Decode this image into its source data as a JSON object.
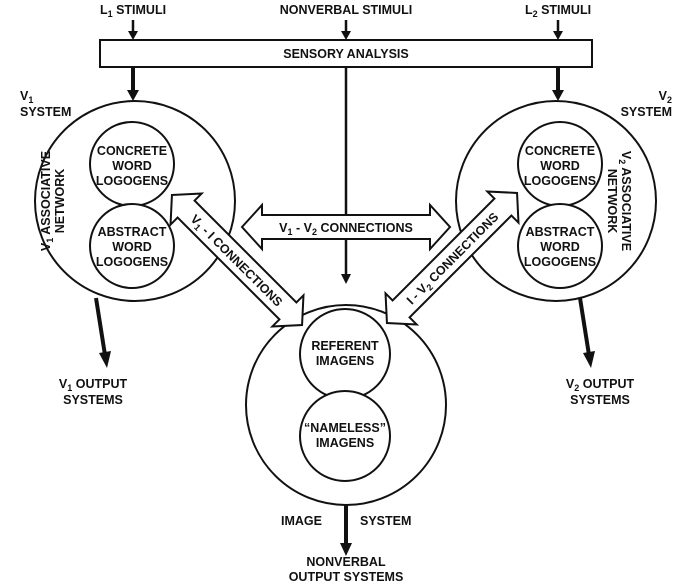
{
  "inputs": {
    "l1_main": "L",
    "l1_sub": "1",
    "l1_rest": " STIMULI",
    "nonverbal": "NONVERBAL STIMULI",
    "l2_main": "L",
    "l2_sub": "2",
    "l2_rest": " STIMULI"
  },
  "sensory_analysis": "SENSORY ANALYSIS",
  "v1_system": {
    "label_main": "V",
    "label_sub": "1",
    "label_line2": "SYSTEM"
  },
  "v2_system": {
    "label_main": "V",
    "label_sub": "2",
    "label_line2": "SYSTEM"
  },
  "v1_network": {
    "main": "V",
    "sub": "1",
    "line1": " ASSOCIATIVE",
    "line2": "NETWORK"
  },
  "v2_network": {
    "main": "V",
    "sub": "2",
    "line1": " ASSOCIATIVE",
    "line2": "NETWORK"
  },
  "logogens": {
    "concrete": [
      "CONCRETE",
      "WORD",
      "LOGOGENS"
    ],
    "abstract": [
      "ABSTRACT",
      "WORD",
      "LOGOGENS"
    ]
  },
  "imagens": {
    "referent": [
      "REFERENT",
      "IMAGENS"
    ],
    "nameless": [
      "“NAMELESS”",
      "IMAGENS"
    ]
  },
  "connections": {
    "v1v2": {
      "a": "V",
      "a_sub": "1",
      "mid": " - V",
      "b_sub": "2",
      "rest": " CONNECTIONS"
    },
    "v1i": {
      "a": "V",
      "a_sub": "1",
      "rest": " - I  CONNECTIONS"
    },
    "iv2": {
      "pre": "I - V",
      "sub": "2",
      "rest": " CONNECTIONS"
    }
  },
  "outputs": {
    "v1": {
      "main": "V",
      "sub": "1",
      "rest": "  OUTPUT",
      "line2": "SYSTEMS"
    },
    "v2": {
      "main": "V",
      "sub": "2",
      "rest": "  OUTPUT",
      "line2": "SYSTEMS"
    },
    "image_left": "IMAGE",
    "image_right": "SYSTEM",
    "nonverbal_line1": "NONVERBAL",
    "nonverbal_line2": "OUTPUT SYSTEMS"
  },
  "colors": {
    "ink": "#111111",
    "background": "#ffffff"
  }
}
